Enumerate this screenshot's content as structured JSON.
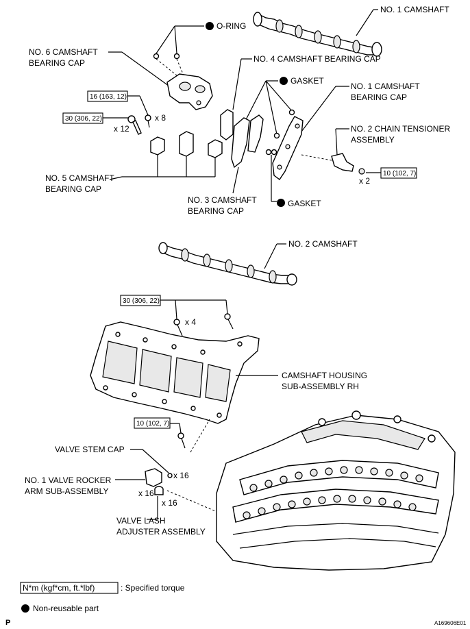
{
  "labels": {
    "o_ring": "O-RING",
    "no1_camshaft": "NO. 1 CAMSHAFT",
    "no6_cap_1": "NO. 6 CAMSHAFT",
    "no6_cap_2": "BEARING CAP",
    "no4_cap": "NO. 4 CAMSHAFT BEARING CAP",
    "gasket_top": "GASKET",
    "no1_cap_1": "NO. 1 CAMSHAFT",
    "no1_cap_2": "BEARING CAP",
    "no2_tensioner_1": "NO. 2 CHAIN TENSIONER",
    "no2_tensioner_2": "ASSEMBLY",
    "no5_cap_1": "NO. 5 CAMSHAFT",
    "no5_cap_2": "BEARING CAP",
    "no3_cap_1": "NO. 3 CAMSHAFT",
    "no3_cap_2": "BEARING CAP",
    "gasket_bottom": "GASKET",
    "no2_camshaft": "NO. 2 CAMSHAFT",
    "housing_1": "CAMSHAFT HOUSING",
    "housing_2": "SUB-ASSEMBLY RH",
    "valve_stem_cap": "VALVE STEM CAP",
    "rocker_1": "NO. 1 VALVE ROCKER",
    "rocker_2": "ARM SUB-ASSEMBLY",
    "lash_1": "VALVE LASH",
    "lash_2": "ADJUSTER ASSEMBLY"
  },
  "torques": {
    "t16": "16 (163, 12)",
    "t30a": "30 (306, 22)",
    "t10a": "10 (102, 7)",
    "t30b": "30 (306, 22)",
    "t10b": "10 (102, 7)"
  },
  "quantities": {
    "q8": "x 8",
    "q12": "x 12",
    "q2": "x 2",
    "q4": "x 4",
    "q16a": "x 16",
    "q16b": "x 16",
    "q16c": "x 16"
  },
  "legend": {
    "torque_box": "N*m (kgf*cm, ft.*lbf)",
    "torque_desc": ": Specified torque",
    "nonreusable": "Non-reusable part"
  },
  "footer": {
    "letter": "P",
    "code": "A169606E01"
  }
}
